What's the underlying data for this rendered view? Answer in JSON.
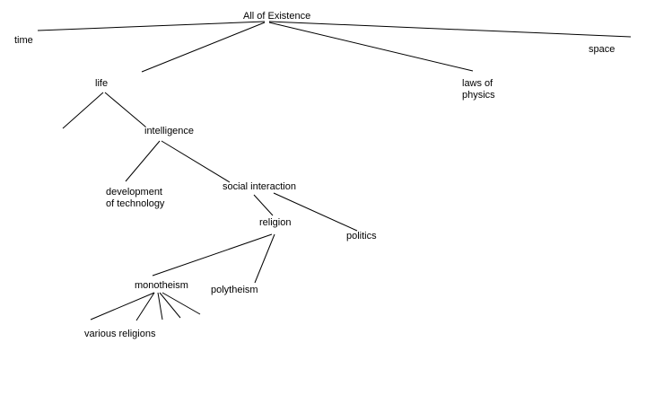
{
  "nodes": {
    "all_of_existence": "All of Existence",
    "time": "time",
    "space": "space",
    "life": "life",
    "laws_of_physics_line1": "laws of",
    "laws_of_physics_line2": "physics",
    "intelligence": "intelligence",
    "development_of_technology_line1": "development",
    "development_of_technology_line2": "of technology",
    "social_interaction": "social interaction",
    "religion": "religion",
    "politics": "politics",
    "monotheism": "monotheism",
    "polytheism": "polytheism",
    "various_religions": "various religions"
  },
  "colors": {
    "background": "#ffffff",
    "line": "#000000",
    "text": "#000000"
  }
}
